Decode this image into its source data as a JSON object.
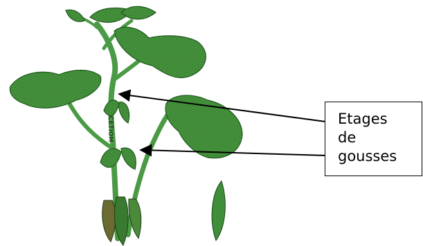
{
  "callout": {
    "lines": [
      "Etages",
      "de",
      "gousses"
    ]
  },
  "watermark": "CETIOM",
  "colors": {
    "leaf": "#3f8f3a",
    "leaf_dark": "#1f5a1f",
    "stem": "#4b9a45",
    "pod": "#3a7a30",
    "pod_brown": "#6b6a30",
    "arrow": "#000000",
    "box_border": "#000000"
  }
}
